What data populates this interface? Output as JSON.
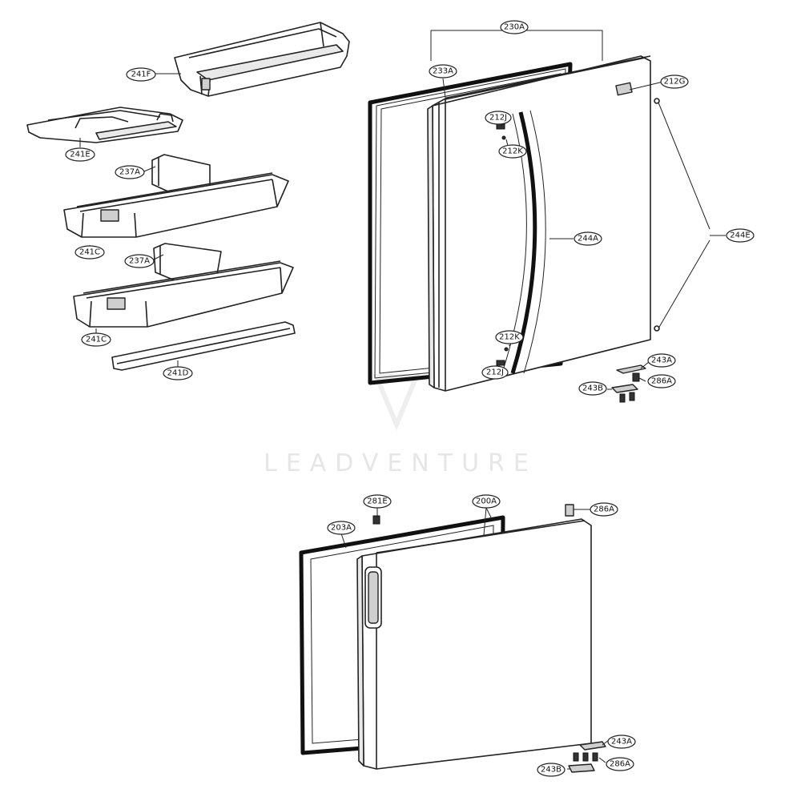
{
  "watermark": {
    "text": "LEADVENTURE"
  },
  "callouts": {
    "c230A": "230A",
    "c233A": "233A",
    "c212G": "212G",
    "c212J_top": "212J",
    "c212K_top": "212K",
    "c244A": "244A",
    "c244E": "244E",
    "c212K_bot": "212K",
    "c212J_bot": "212J",
    "c243A_top": "243A",
    "c286A_top": "286A",
    "c243B_top": "243B",
    "c241F": "241F",
    "c241E": "241E",
    "c237A_1": "237A",
    "c241C_1": "241C",
    "c237A_2": "237A",
    "c241C_2": "241C",
    "c241D": "241D",
    "c281E": "281E",
    "c200A": "200A",
    "c203A": "203A",
    "c286A_bot_top": "286A",
    "c243A_bot": "243A",
    "c286A_bot": "286A",
    "c243B_bot": "243B"
  }
}
